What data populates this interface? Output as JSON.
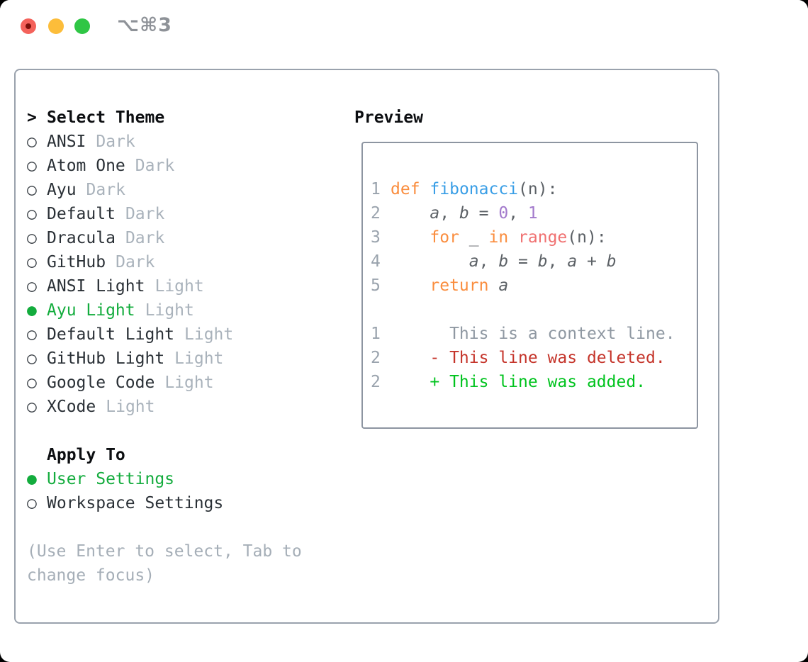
{
  "window": {
    "shortcut": "⌥⌘3",
    "traffic_lights": {
      "close_color": "#f4625b",
      "close_dot_color": "#7c100a",
      "minimize_color": "#fcbd3a",
      "zoom_color": "#2fc645"
    }
  },
  "icons": {
    "radio_unselected": "○",
    "radio_selected": "●",
    "cursor": ">"
  },
  "colors": {
    "panel_border": "#9aa2ad",
    "preview_border": "#8d95a1",
    "selected_green": "#13ac3d",
    "theme_name": "#2a3036",
    "variant_gray": "#a9b2bb",
    "hint_gray": "#a5aeb7",
    "code_gutter": "#9aa3ad",
    "code_plain": "#5c6166",
    "code_keyword": "#fa8d3e",
    "code_function": "#399ee6",
    "code_special": "#f07171",
    "code_number": "#a37acc",
    "diff_context": "#8f98a2",
    "diff_deleted": "#c5352b",
    "diff_added": "#00c31e"
  },
  "theme_panel": {
    "header": {
      "cursor": ">",
      "label": "Select Theme"
    },
    "themes": [
      {
        "name": "ANSI",
        "variant": "Dark",
        "selected": false
      },
      {
        "name": "Atom One",
        "variant": "Dark",
        "selected": false
      },
      {
        "name": "Ayu",
        "variant": "Dark",
        "selected": false
      },
      {
        "name": "Default",
        "variant": "Dark",
        "selected": false
      },
      {
        "name": "Dracula",
        "variant": "Dark",
        "selected": false
      },
      {
        "name": "GitHub",
        "variant": "Dark",
        "selected": false
      },
      {
        "name": "ANSI Light",
        "variant": "Light",
        "selected": false
      },
      {
        "name": "Ayu Light",
        "variant": "Light",
        "selected": true
      },
      {
        "name": "Default Light",
        "variant": "Light",
        "selected": false
      },
      {
        "name": "GitHub Light",
        "variant": "Light",
        "selected": false
      },
      {
        "name": "Google Code",
        "variant": "Light",
        "selected": false
      },
      {
        "name": "XCode",
        "variant": "Light",
        "selected": false
      }
    ],
    "apply_to": {
      "label": "Apply To",
      "options": [
        {
          "name": "User Settings",
          "selected": true
        },
        {
          "name": "Workspace Settings",
          "selected": false
        }
      ]
    },
    "hint_lines": [
      "(Use Enter to select, Tab to",
      "change focus)"
    ]
  },
  "preview": {
    "title": "Preview",
    "lines": [
      {
        "segments": [
          {
            "t": "1",
            "s": "gutter"
          },
          {
            "t": "def",
            "s": "keyword"
          },
          {
            "t": " ",
            "s": "plain"
          },
          {
            "t": "fibonacci",
            "s": "function"
          },
          {
            "t": "(n):",
            "s": "plain"
          }
        ]
      },
      {
        "segments": [
          {
            "t": "2",
            "s": "gutter"
          },
          {
            "t": "    ",
            "s": "plain"
          },
          {
            "t": "a",
            "s": "variable"
          },
          {
            "t": ", ",
            "s": "plain"
          },
          {
            "t": "b",
            "s": "variable"
          },
          {
            "t": " = ",
            "s": "plain"
          },
          {
            "t": "0",
            "s": "number"
          },
          {
            "t": ", ",
            "s": "plain"
          },
          {
            "t": "1",
            "s": "number"
          }
        ]
      },
      {
        "segments": [
          {
            "t": "3",
            "s": "gutter"
          },
          {
            "t": "    ",
            "s": "plain"
          },
          {
            "t": "for",
            "s": "keyword"
          },
          {
            "t": " _ ",
            "s": "plain"
          },
          {
            "t": "in",
            "s": "keyword"
          },
          {
            "t": " ",
            "s": "plain"
          },
          {
            "t": "range",
            "s": "special"
          },
          {
            "t": "(n):",
            "s": "plain"
          }
        ]
      },
      {
        "segments": [
          {
            "t": "4",
            "s": "gutter"
          },
          {
            "t": "        ",
            "s": "plain"
          },
          {
            "t": "a",
            "s": "variable"
          },
          {
            "t": ", ",
            "s": "plain"
          },
          {
            "t": "b",
            "s": "variable"
          },
          {
            "t": " = ",
            "s": "plain"
          },
          {
            "t": "b",
            "s": "variable"
          },
          {
            "t": ", ",
            "s": "plain"
          },
          {
            "t": "a",
            "s": "variable"
          },
          {
            "t": " + ",
            "s": "plain"
          },
          {
            "t": "b",
            "s": "variable"
          }
        ]
      },
      {
        "segments": [
          {
            "t": "5",
            "s": "gutter"
          },
          {
            "t": "    ",
            "s": "plain"
          },
          {
            "t": "return",
            "s": "keyword"
          },
          {
            "t": " ",
            "s": "plain"
          },
          {
            "t": "a",
            "s": "variable"
          }
        ]
      },
      {
        "segments": []
      },
      {
        "segments": [
          {
            "t": "1",
            "s": "gutter"
          },
          {
            "t": "      This is a context line.",
            "s": "context"
          }
        ]
      },
      {
        "segments": [
          {
            "t": "2",
            "s": "gutter"
          },
          {
            "t": "    - This line was deleted.",
            "s": "deleted"
          }
        ]
      },
      {
        "segments": [
          {
            "t": "2",
            "s": "gutter"
          },
          {
            "t": "    + This line was added.",
            "s": "added"
          }
        ]
      }
    ]
  }
}
